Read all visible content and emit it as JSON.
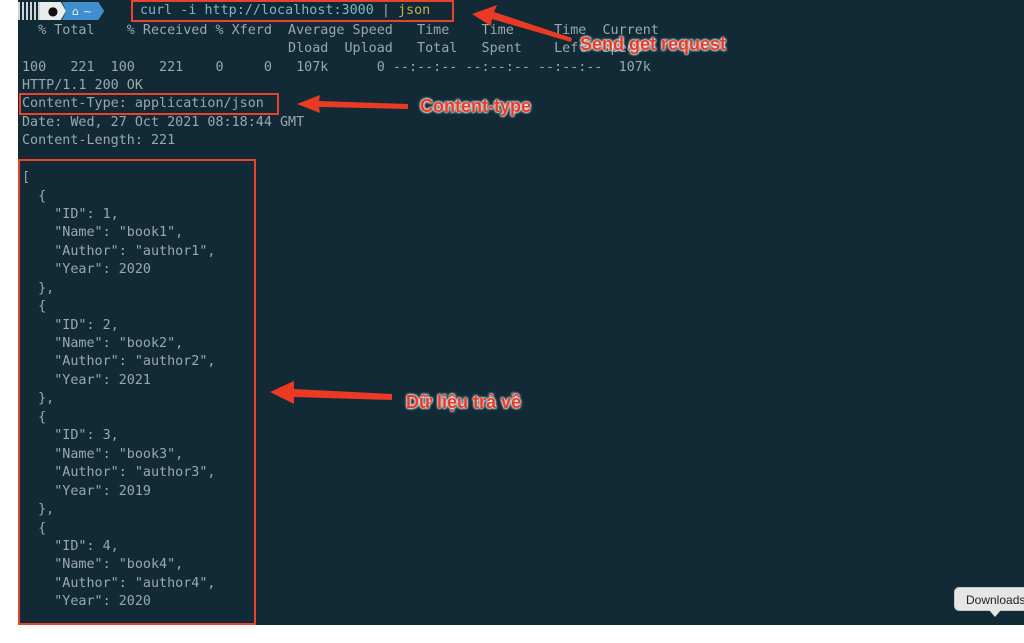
{
  "prompt": {
    "home_symbol": "⌂",
    "dir": "~"
  },
  "command": {
    "main": "curl -i http://localhost:3000",
    "pipe": "|",
    "filter": "json"
  },
  "output_lines": [
    "  % Total    % Received % Xferd  Average Speed   Time    Time     Time  Current",
    "                                 Dload  Upload   Total   Spent    Left  Speed",
    "100   221  100   221    0     0   107k      0 --:--:-- --:--:-- --:--:--  107k",
    "HTTP/1.1 200 OK",
    "Content-Type: application/json",
    "Date: Wed, 27 Oct 2021 08:18:44 GMT",
    "Content-Length: 221",
    "[",
    "  {",
    "    \"ID\": 1,",
    "    \"Name\": \"book1\",",
    "    \"Author\": \"author1\",",
    "    \"Year\": 2020",
    "  },",
    "  {",
    "    \"ID\": 2,",
    "    \"Name\": \"book2\",",
    "    \"Author\": \"author2\",",
    "    \"Year\": 2021",
    "  },",
    "  {",
    "    \"ID\": 3,",
    "    \"Name\": \"book3\",",
    "    \"Author\": \"author3\",",
    "    \"Year\": 2019",
    "  },",
    "  {",
    "    \"ID\": 4,",
    "    \"Name\": \"book4\",",
    "    \"Author\": \"author4\",",
    "    \"Year\": 2020"
  ],
  "annotations": {
    "send_request": "Send get request",
    "content_type": "Content-type",
    "response_data": "Dữ liệu trả về"
  },
  "tooltip": {
    "label": "Downloads"
  },
  "colors": {
    "terminal_bg": "#112a36",
    "annotation_red": "#e8432e",
    "text": "#9aa8ad"
  }
}
